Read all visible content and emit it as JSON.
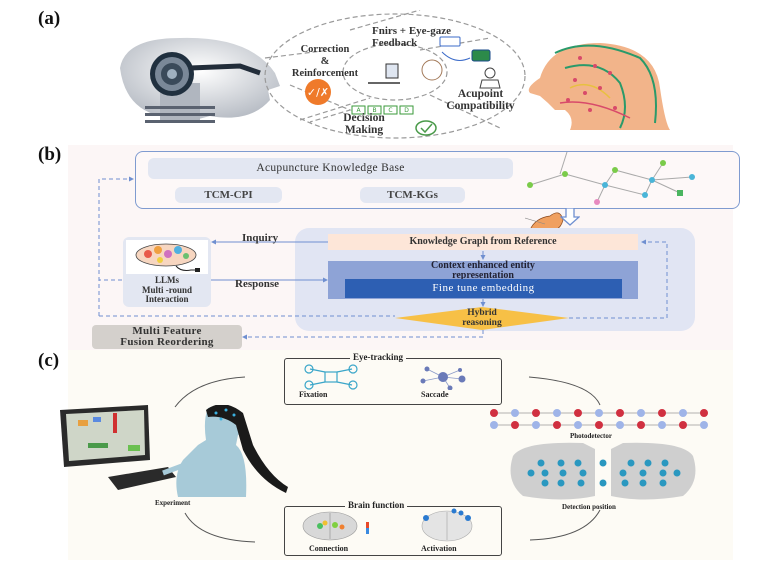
{
  "panels": {
    "a": {
      "label": "(a)",
      "cycle": {
        "correction": "Correction\n&\nReinforcement",
        "feedback": "Fnirs + Eye-gaze\nFeedback",
        "acupoint": "Acupoint\nCompatibility",
        "decision": "Decision\nMaking",
        "options": [
          "A",
          "B",
          "C",
          "D"
        ]
      }
    },
    "b": {
      "label": "(b)",
      "knowledge_base": {
        "title": "Acupuncture Knowledge Base",
        "chips": [
          "TCM-CPI",
          "TCM-KGs"
        ]
      },
      "kg_reference": "Knowledge Graph from Reference",
      "context": "Context enhanced entity\nrepresentation",
      "fine_tune": "Fine tune embedding",
      "hybrid": "Hybrid\nreasoning",
      "llm": "LLMs\nMulti -round\nInteraction",
      "inquiry": "Inquiry",
      "response": "Response",
      "fusion": "Multi Feature\nFusion Reordering"
    },
    "c": {
      "label": "(c)",
      "eye_tracking": {
        "title": "Eye-tracking",
        "items": [
          "Fixation",
          "Saccade"
        ]
      },
      "brain_function": {
        "title": "Brain function",
        "items": [
          "Connection",
          "Activation"
        ]
      },
      "experiment": "Experiment",
      "photodetector": "Photodetector",
      "detection": "Detection position"
    }
  },
  "colors": {
    "accent_blue": "#2d5fb3",
    "light_blue": "#8ea3d6",
    "panel_blue": "#e1e5f3",
    "peach": "#fde6d8",
    "hybrid_gold": "#f7c046",
    "orange_icon": "#ef7a2a",
    "green_icon": "#4a9a4a"
  }
}
